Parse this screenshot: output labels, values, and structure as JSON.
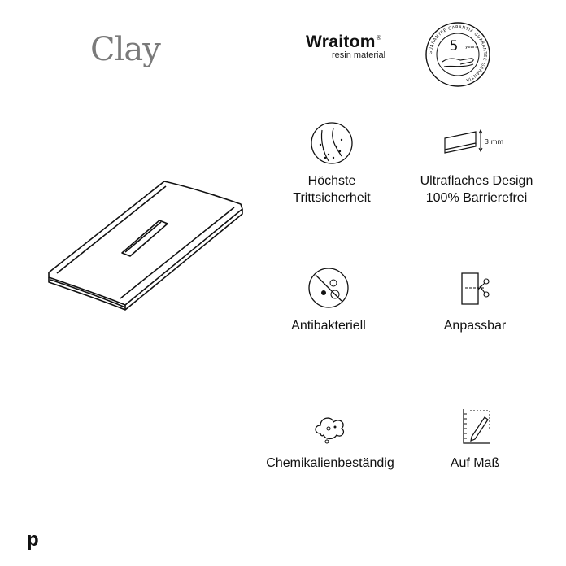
{
  "product": {
    "title": "Clay"
  },
  "brand": {
    "name": "Wraitom",
    "reg": "®",
    "subtitle": "resin material"
  },
  "seal": {
    "number": "5",
    "unit": "years",
    "ring_text": "GUARANTEE GARANTIA GUARANTEE GARANTIA"
  },
  "features": [
    {
      "icon": "foot-grip-icon",
      "line1": "Höchste",
      "line2": "Trittsicherheit"
    },
    {
      "icon": "ultra-thin-icon",
      "line1": "Ultraflaches Design",
      "line2": "100% Barrierefrei",
      "dimension": "3 mm"
    },
    {
      "icon": "antibacterial-icon",
      "line1": "Antibakteriell",
      "line2": ""
    },
    {
      "icon": "scissors-cut-icon",
      "line1": "Anpassbar",
      "line2": ""
    },
    {
      "icon": "chemical-cloud-icon",
      "line1": "Chemikalienbeständig",
      "line2": ""
    },
    {
      "icon": "ruler-pencil-icon",
      "line1": "Auf Maß",
      "line2": ""
    }
  ],
  "footer": {
    "logo": "p"
  }
}
